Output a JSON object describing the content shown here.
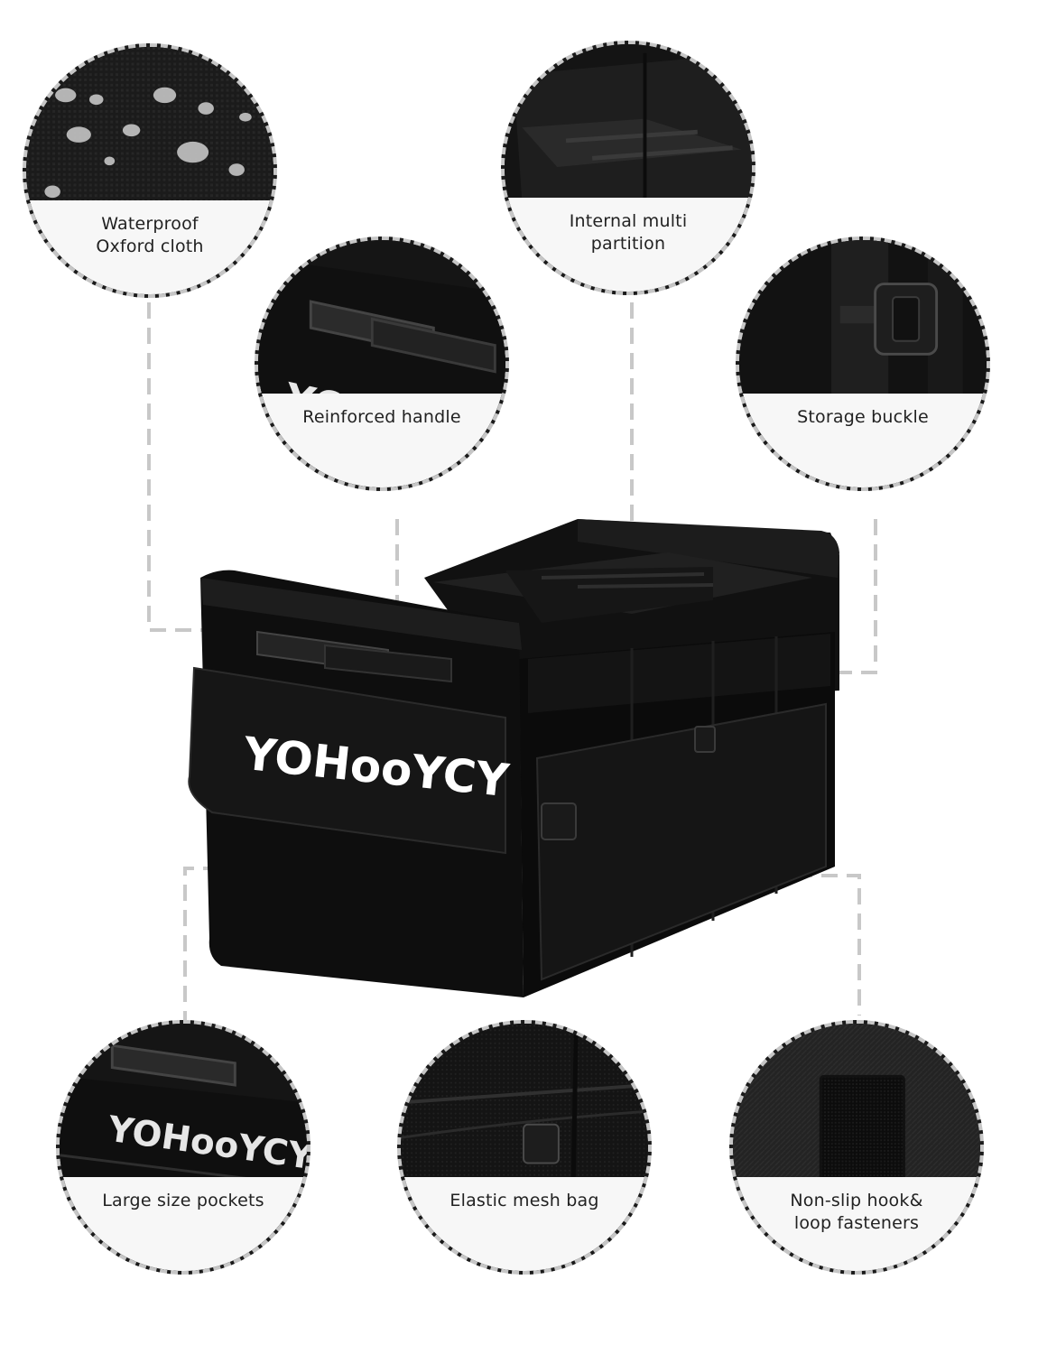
{
  "brand_logo": "YOHooYCY",
  "features": [
    {
      "id": "waterproof",
      "label": "Waterproof\nOxford cloth",
      "icon": "water-droplets-icon"
    },
    {
      "id": "partition",
      "label": "Internal multi\npartition",
      "icon": "partition-icon"
    },
    {
      "id": "handle",
      "label": "Reinforced handle",
      "icon": "handle-icon"
    },
    {
      "id": "buckle",
      "label": "Storage buckle",
      "icon": "buckle-icon"
    },
    {
      "id": "pockets",
      "label": "Large size pockets",
      "icon": "pocket-icon"
    },
    {
      "id": "mesh",
      "label": "Elastic mesh bag",
      "icon": "mesh-bag-icon"
    },
    {
      "id": "velcro",
      "label": "Non-slip hook&\nloop fasteners",
      "icon": "velcro-icon"
    }
  ],
  "colors": {
    "product": "#0d0d0d",
    "caption_bg": "#f7f7f7",
    "dash": "#c6c6c6"
  }
}
